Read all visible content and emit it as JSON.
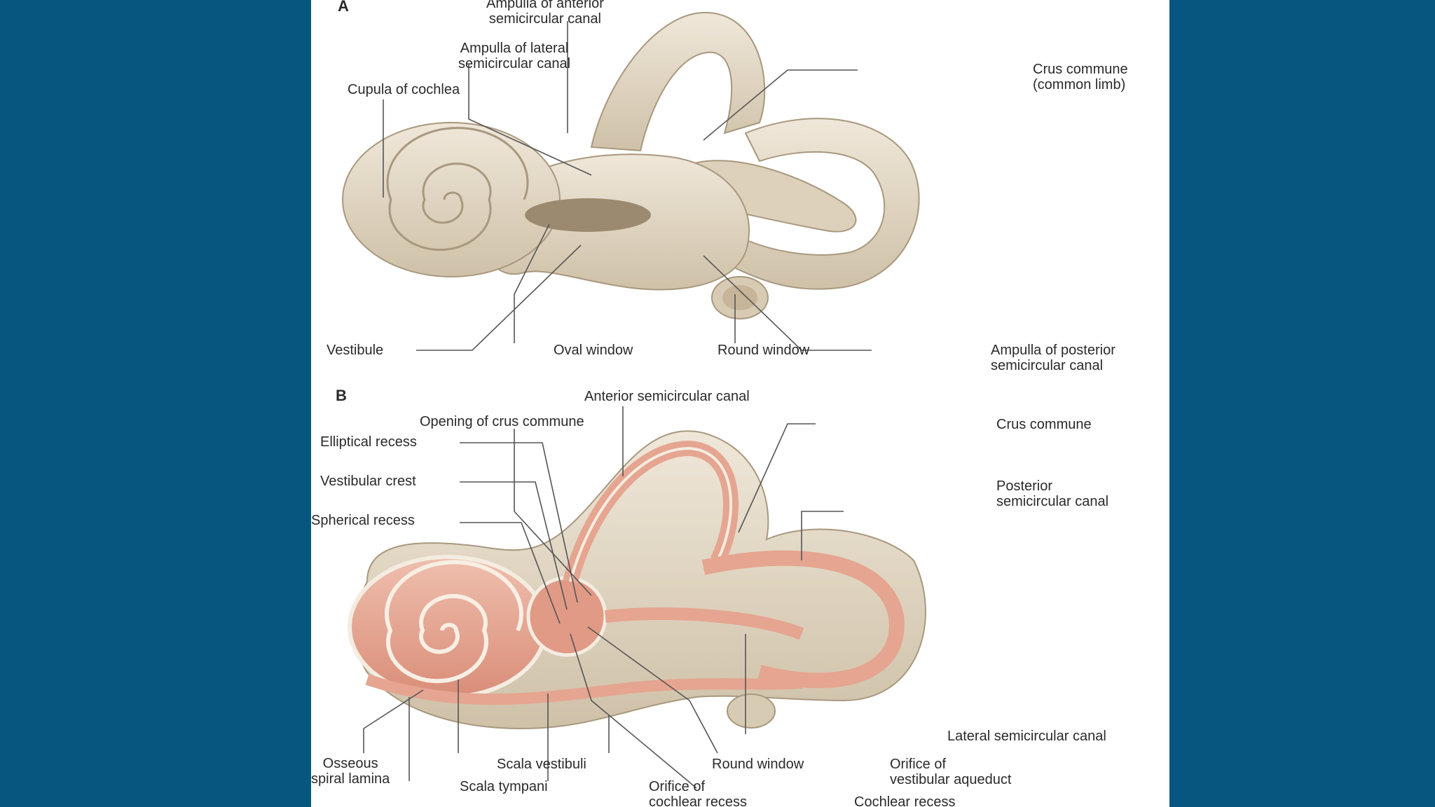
{
  "colors": {
    "background": "#07567f",
    "panel": "#ffffff",
    "bone": "#e6dccb",
    "bone_dark": "#b7a78e",
    "membrane": "#e5a590"
  },
  "panel_a": {
    "letter": "A",
    "labels": {
      "ampulla_anterior_1": "Ampulla of anterior",
      "ampulla_anterior_2": "semicircular canal",
      "ampulla_lateral_1": "Ampulla of lateral",
      "ampulla_lateral_2": "semicircular canal",
      "cupula": "Cupula of cochlea",
      "crus_1": "Crus commune",
      "crus_2": "(common limb)",
      "vestibule": "Vestibule",
      "oval_window": "Oval window",
      "round_window": "Round window",
      "ampulla_posterior_1": "Ampulla of posterior",
      "ampulla_posterior_2": "semicircular canal"
    }
  },
  "panel_b": {
    "letter": "B",
    "labels": {
      "anterior_canal": "Anterior semicircular canal",
      "opening_crus": "Opening of crus commune",
      "crus_commune": "Crus commune",
      "elliptical_recess": "Elliptical recess",
      "vestibular_crest": "Vestibular crest",
      "posterior_canal_1": "Posterior",
      "posterior_canal_2": "semicircular canal",
      "spherical_recess": "Spherical recess",
      "lateral_canal": "Lateral semicircular canal",
      "osseous_1": "Osseous",
      "osseous_2": "spiral lamina",
      "scala_vestibuli": "Scala vestibuli",
      "scala_tympani": "Scala tympani",
      "round_window": "Round window",
      "orifice_vestibular_1": "Orifice of",
      "orifice_vestibular_2": "vestibular aqueduct",
      "orifice_cochlear_1": "Orifice of",
      "orifice_cochlear_2": "cochlear recess",
      "cochlear_recess": "Cochlear recess"
    }
  }
}
